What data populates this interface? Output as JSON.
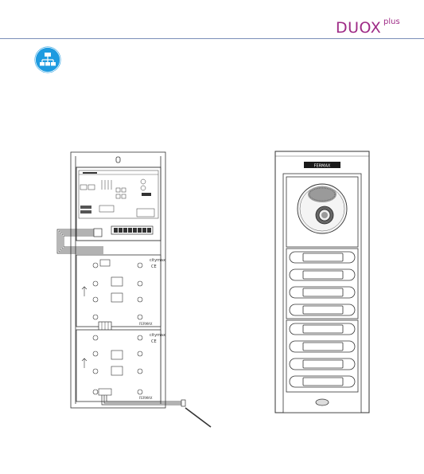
{
  "brand": {
    "name": "DUOX",
    "suffix": "plus",
    "color": "#9e2a86"
  },
  "header": {
    "rule_color": "#7b8fb8"
  },
  "badge": {
    "icon": "network-icon",
    "color": "#1e9be0"
  },
  "diagram": {
    "left_unit": {
      "label": "FERMAX",
      "modules": [
        {
          "name": "citymax"
        },
        {
          "name": "citymax"
        }
      ]
    },
    "right_panel": {
      "label": "FERMAX",
      "button_count": 8
    }
  }
}
